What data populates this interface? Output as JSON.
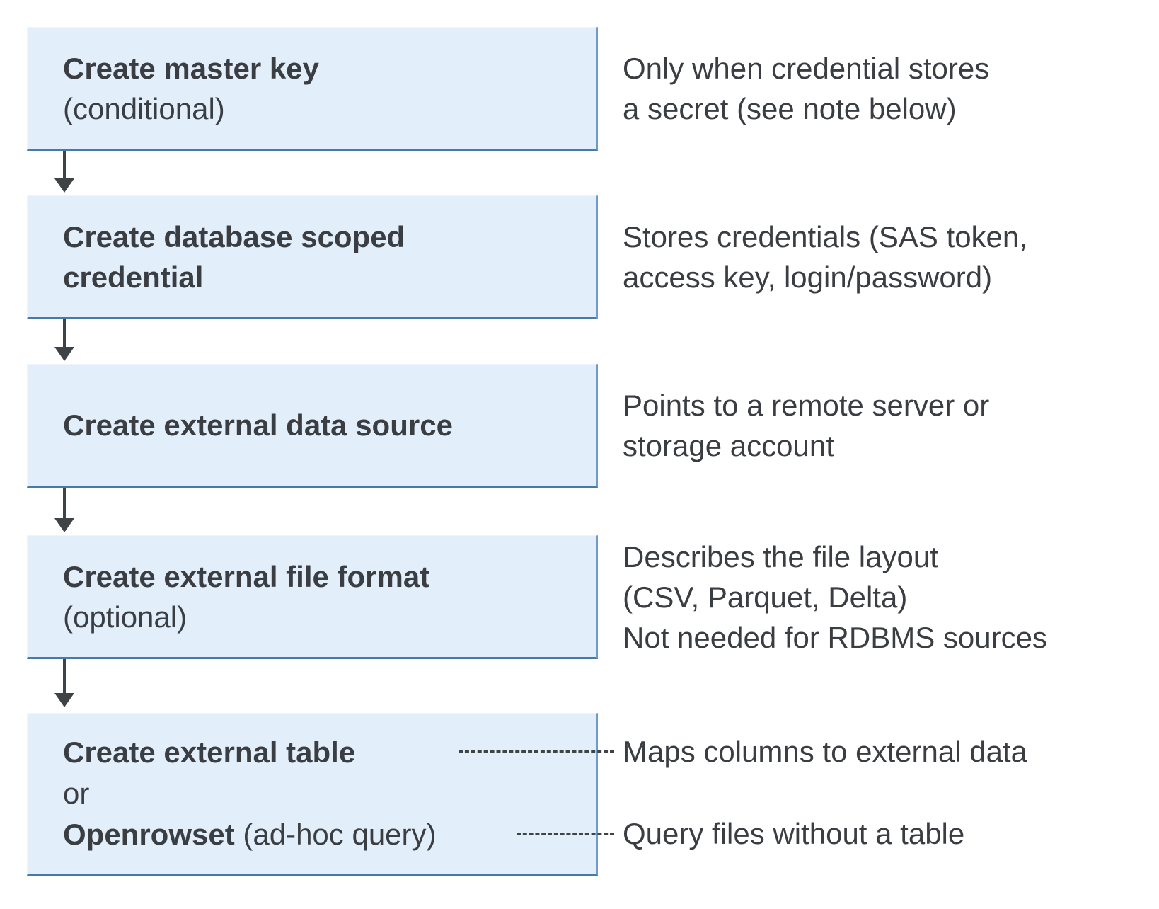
{
  "flow": {
    "steps": [
      {
        "title": "Create master key",
        "subtitle": "(conditional)",
        "note_lines": [
          "Only when credential stores",
          "a secret (see note below)"
        ]
      },
      {
        "title": "Create database scoped credential",
        "note_lines": [
          "Stores credentials (SAS token,",
          "access key, login/password)"
        ]
      },
      {
        "title": "Create external data source",
        "note_lines": [
          "Points to a remote server or",
          "storage account"
        ]
      },
      {
        "title": "Create external file format",
        "subtitle": "(optional)",
        "note_lines": [
          "Describes the file layout",
          "(CSV, Parquet, Delta)",
          "Not needed for RDBMS sources"
        ]
      },
      {
        "title": "Create external table",
        "or_label": "or",
        "alt_title": "Openrowset",
        "alt_suffix": " (ad-hoc query)",
        "note_table": "Maps columns to external data",
        "note_openrowset": "Query files without a table"
      }
    ],
    "colors": {
      "box_fill": "#e3eefb",
      "box_border_right": "#6f9aca",
      "box_border_bottom": "#4779ab",
      "arrow": "#3e4347",
      "text": "#3a3d41"
    }
  }
}
